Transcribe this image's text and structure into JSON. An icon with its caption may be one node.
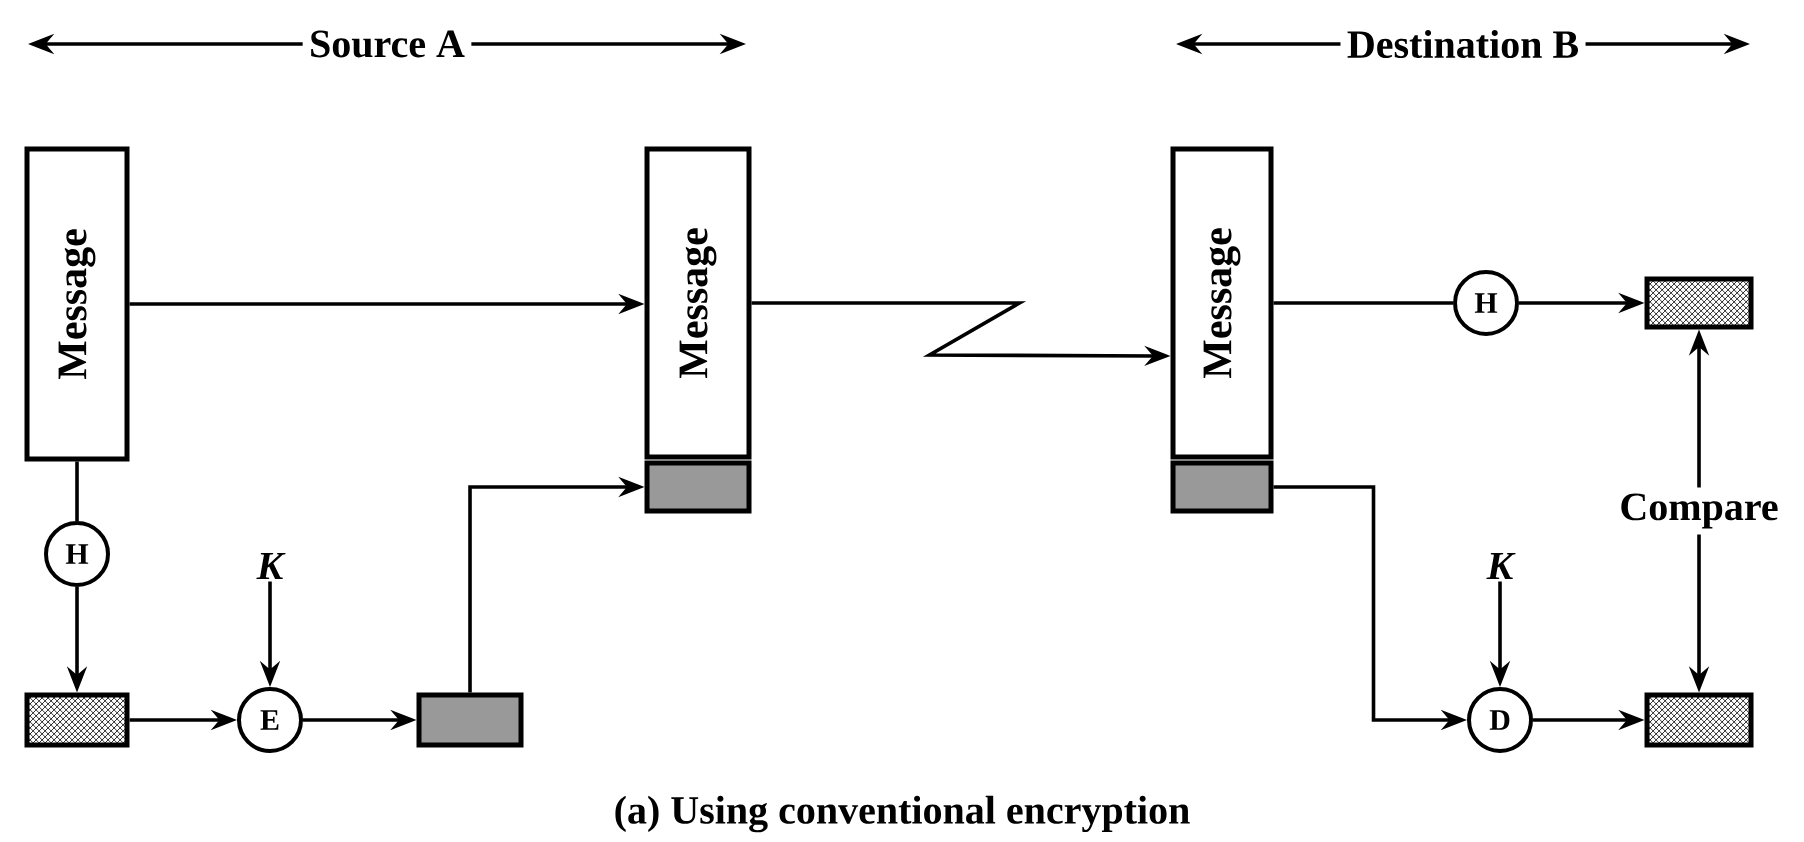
{
  "diagram": {
    "caption": "(a) Using conventional encryption",
    "nodes": [
      {
        "text": [
          "Message"
        ]
      },
      {
        "text": [
          "H"
        ]
      },
      {
        "text": [],
        "shape": "box"
      },
      {
        "text": [
          "E"
        ]
      },
      {
        "text": [],
        "shape": "box"
      },
      {
        "text": [
          "Message"
        ]
      },
      {
        "text": [],
        "shape": "box"
      },
      {
        "text": [
          "Message"
        ]
      },
      {
        "text": [],
        "shape": "box"
      },
      {
        "text": [
          "H"
        ]
      },
      {
        "text": [],
        "shape": "box"
      },
      {
        "text": [
          "D"
        ]
      },
      {
        "text": [],
        "shape": "box"
      },
      {
        "text": [
          "K"
        ]
      },
      {
        "text": [
          "K"
        ]
      }
    ],
    "edges": [
      {
        "from": 0,
        "to": 5,
        "arrow": "to"
      },
      {
        "from": 0,
        "to": 1,
        "arrow": "none"
      },
      {
        "from": 1,
        "to": 2,
        "arrow": "to"
      },
      {
        "from": 2,
        "to": 3,
        "arrow": "to"
      },
      {
        "from": 13,
        "to": 3,
        "arrow": "to"
      },
      {
        "from": 3,
        "to": 4,
        "arrow": "to"
      },
      {
        "from": 4,
        "to": 6,
        "arrow": "to"
      },
      {
        "from": 5,
        "to": 7,
        "arrow": "to"
      },
      {
        "from": 7,
        "to": 9,
        "arrow": "none"
      },
      {
        "from": 9,
        "to": 10,
        "arrow": "to"
      },
      {
        "from": 8,
        "to": 11,
        "arrow": "to"
      },
      {
        "from": 14,
        "to": 11,
        "arrow": "to"
      },
      {
        "from": 11,
        "to": 12,
        "arrow": "to"
      },
      {
        "from": 10,
        "to": 12,
        "arrow": "both",
        "label": "Compare"
      }
    ],
    "labels": [
      "Source A",
      "Destination B"
    ]
  }
}
